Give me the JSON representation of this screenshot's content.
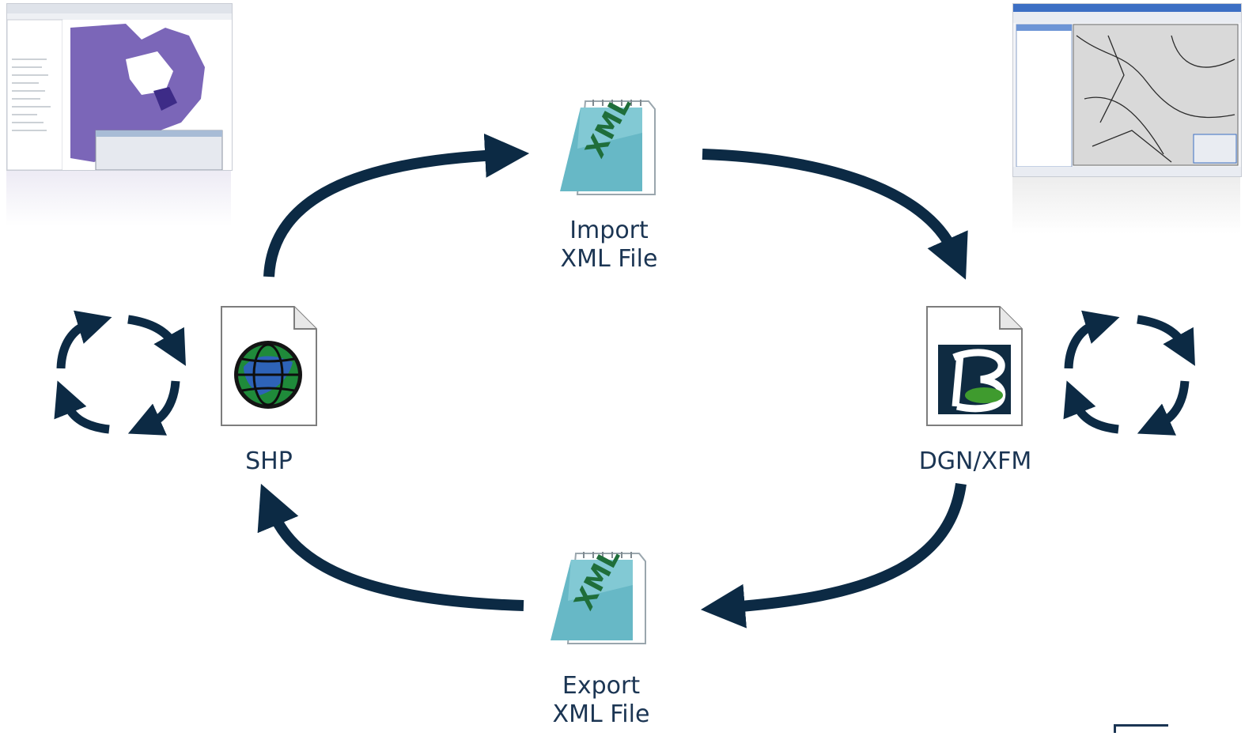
{
  "nodes": {
    "import_xml": {
      "line1": "Import",
      "line2": "XML File"
    },
    "export_xml": {
      "line1": "Export",
      "line2": "XML File"
    },
    "shp": {
      "label": "SHP"
    },
    "dgn": {
      "label": "DGN/XFM"
    }
  },
  "icons": {
    "xml_badge_text": "XML",
    "xml_icon": "xml-notepad-icon",
    "shp_icon": "globe-document-icon",
    "dgn_icon": "bentley-b-document-icon",
    "cycle_icon": "cycle-arrows-icon"
  },
  "colors": {
    "arrow": "#0c2a44",
    "label": "#1b3553",
    "xml_teal": "#5fb3c2",
    "map_purple": "#7b66b8",
    "bentley_green": "#3f9b2e"
  }
}
